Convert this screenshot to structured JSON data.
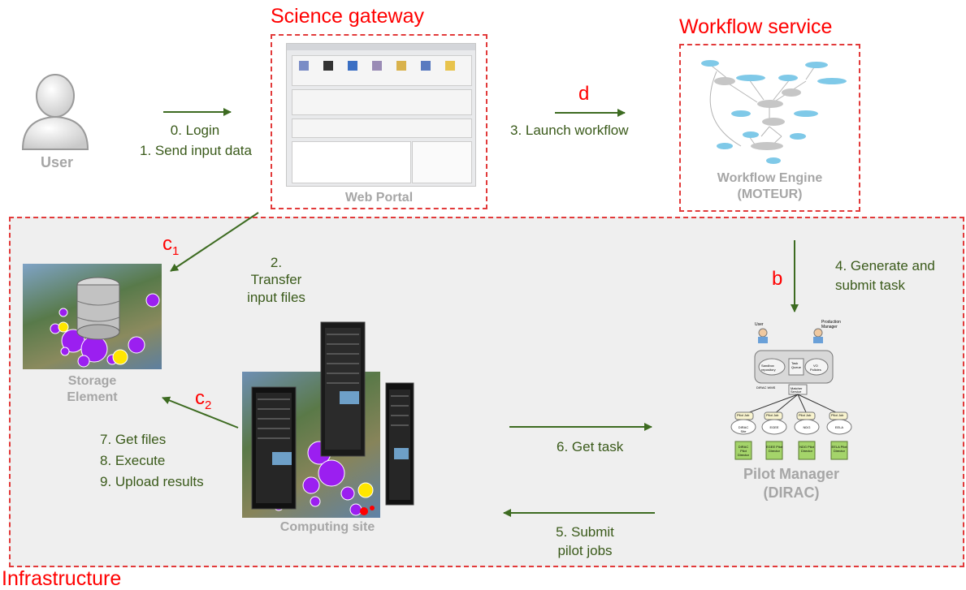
{
  "labels": {
    "science_gateway": "Science gateway",
    "workflow_service": "Workflow service",
    "infrastructure": "Infrastructure",
    "user": "User",
    "web_portal": "Web Portal",
    "workflow_engine": "Workflow Engine",
    "moteur": "(MOTEUR)",
    "storage_element_1": "Storage",
    "storage_element_2": "Element",
    "computing_site": "Computing site",
    "pilot_manager": "Pilot Manager",
    "dirac": "(DIRAC)"
  },
  "steps": {
    "login": "0. Login",
    "send_input": "1. Send input data",
    "launch_workflow": "3. Launch workflow",
    "transfer_1": "2.",
    "transfer_2": "Transfer",
    "transfer_3": "input files",
    "generate_1": "4. Generate and",
    "generate_2": "submit task",
    "get_files": "7. Get files",
    "execute": "8. Execute",
    "upload": "9. Upload results",
    "get_task": "6. Get task",
    "submit_1": "5. Submit",
    "submit_2": "pilot jobs"
  },
  "letters": {
    "d": "d",
    "b": "b",
    "c": "c",
    "sub1": "1",
    "sub2": "2"
  },
  "dirac_diagram": {
    "user": "User",
    "production_manager_1": "Production",
    "production_manager_2": "Manager",
    "sandbox_1": "Sandbox",
    "sandbox_2": "repository",
    "task_queue_1": "Task",
    "task_queue_2": "Queue",
    "vo_policies_1": "VO",
    "vo_policies_2": "Policies",
    "dirac_wms": "DIRAC WMS",
    "matcher_1": "Matcher",
    "matcher_2": "Service",
    "pilot_job": "Pilot Job",
    "sites": [
      "DIRAC Site",
      "EGEE",
      "NDG",
      "EELA"
    ],
    "directors": [
      "DIRAC Pilot Director",
      "EGEE Pilot Director",
      "NDG Pilot Director",
      "EELA Pilot Director"
    ]
  },
  "colors": {
    "red": "#ff0000",
    "green_text": "#3a5a1a",
    "arrow_green": "#3d6b21",
    "gray_label": "#a6a6a6",
    "infra_bg": "#efefef",
    "dash_red": "#e23a3a"
  }
}
